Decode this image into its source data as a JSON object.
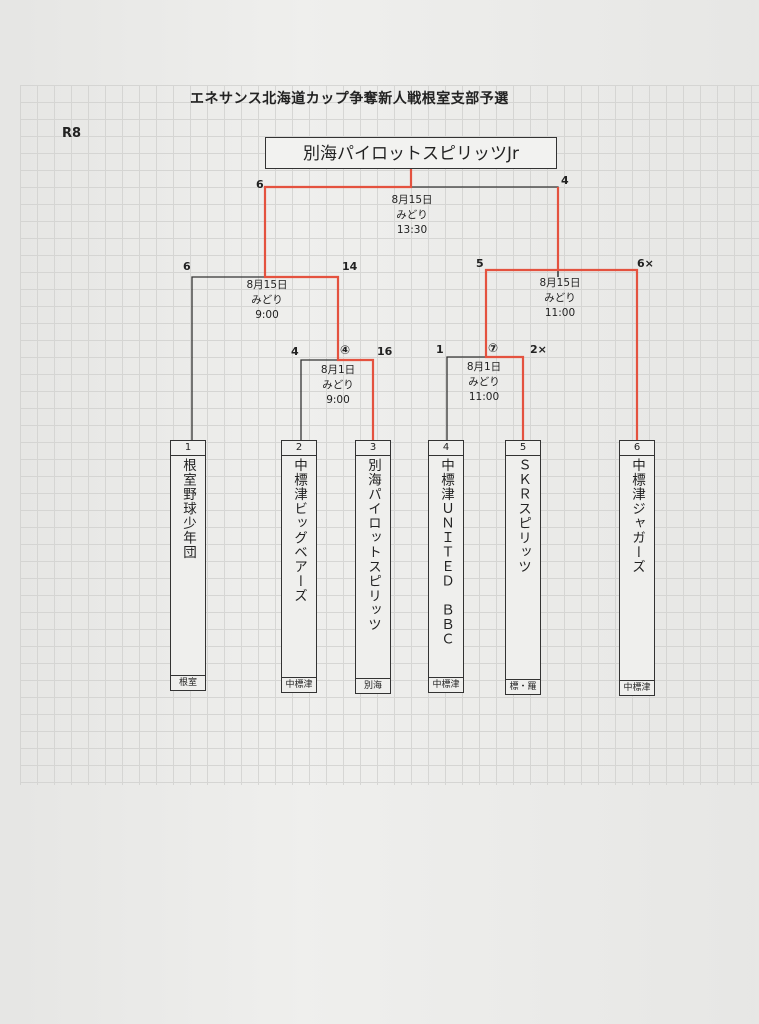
{
  "title": "エネサンス北海道カップ争奪新人戦根室支部予選",
  "round_label": "R8",
  "champion": "別海パイロットスピリッツJr",
  "teams": [
    {
      "num": "1",
      "name": "根室野球少年団",
      "area": "根室"
    },
    {
      "num": "2",
      "name": "中標津ビッグベアーズ",
      "area": "中標津"
    },
    {
      "num": "3",
      "name": "別海パイロットスピリッツ",
      "area": "別海"
    },
    {
      "num": "4",
      "name": "中標津ＵＮＩＴＥＤ　ＢＢＣ",
      "area": "中標津"
    },
    {
      "num": "5",
      "name": "ＳＫＲスピリッツ",
      "area": "標・羅"
    },
    {
      "num": "6",
      "name": "中標津ジャガーズ",
      "area": "中標津"
    }
  ],
  "matches": {
    "m1": {
      "date": "8月1日",
      "venue": "みどり",
      "time": "9:00",
      "score_left": "4",
      "score_right": "16",
      "match_no": "④"
    },
    "m2": {
      "date": "8月1日",
      "venue": "みどり",
      "time": "11:00",
      "score_left": "1",
      "score_right": "2×",
      "match_no": "⑦"
    },
    "sf_left": {
      "date": "8月15日",
      "venue": "みどり",
      "time": "9:00",
      "score_left": "6",
      "score_right": "14"
    },
    "sf_right": {
      "date": "8月15日",
      "venue": "みどり",
      "time": "11:00",
      "score_left": "5",
      "score_right": "6×"
    },
    "final": {
      "date": "8月15日",
      "venue": "みどり",
      "time": "13:30",
      "score_left": "6",
      "score_right": "4"
    }
  },
  "colors": {
    "winner_line": "#e4523f",
    "loser_line": "#333333"
  }
}
